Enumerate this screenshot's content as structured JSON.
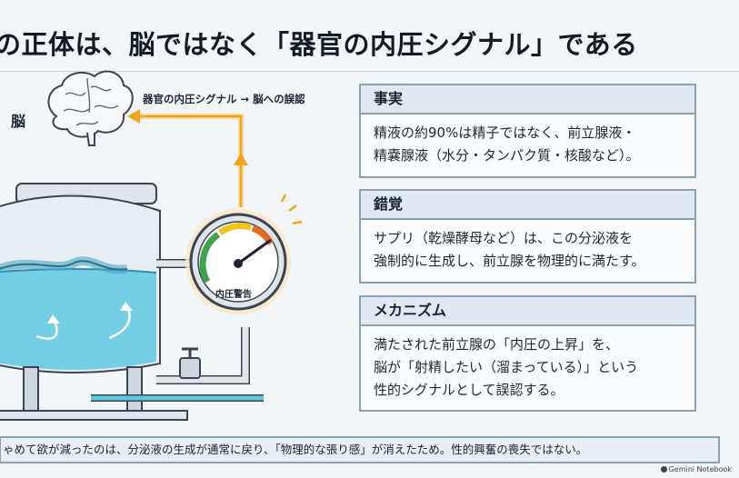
{
  "title": "の正体は、脳ではなく「器官の内圧シグナル」である",
  "illustration": {
    "brain_label": "脳",
    "arrow_label": "器官の内圧シグナル → 脳への誤認",
    "gauge_label": "内圧警告"
  },
  "cards": [
    {
      "heading": "事実",
      "lines": [
        "精液の約90%は精子ではなく、前立腺液・",
        "精嚢腺液（水分・タンパク質・核酸など）。"
      ]
    },
    {
      "heading": "錯覚",
      "lines": [
        "サプリ（乾燥酵母など）は、この分泌液を",
        "強制的に生成し、前立腺を物理的に満たす。"
      ]
    },
    {
      "heading": "メカニズム",
      "lines": [
        "満たされた前立腺の「内圧の上昇」を、",
        "脳が「射精したい（溜まっている）」という",
        "性的シグナルとして誤認する。"
      ]
    }
  ],
  "footer": "ゃめて欲が減ったのは、分泌液の生成が通常に戻り、「物理的な張り感」が消えたため。性的興奮の喪失ではない。",
  "brand": "Gemini Notebook",
  "colors": {
    "accent_orange": "#f4a51c",
    "tank_water": "#5fc9e3",
    "card_border": "#8aa0b3"
  }
}
